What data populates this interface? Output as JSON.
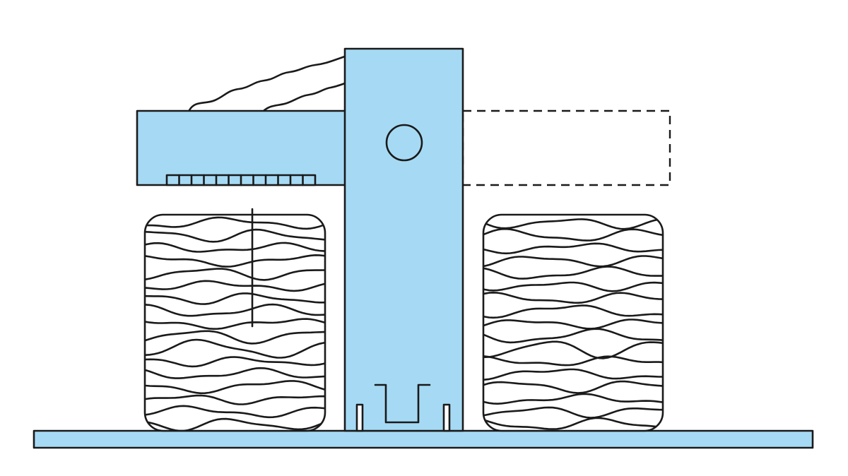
{
  "diagram": {
    "colors": {
      "fill": "#a6daf4",
      "line": "#1a1a1a",
      "background": "#ffffff"
    },
    "parts": [
      "base-plate",
      "vertical-post",
      "pivot-hole",
      "horizontal-arm",
      "arm-ghost-position",
      "cable",
      "left-block",
      "right-block",
      "slot-bracket"
    ]
  }
}
